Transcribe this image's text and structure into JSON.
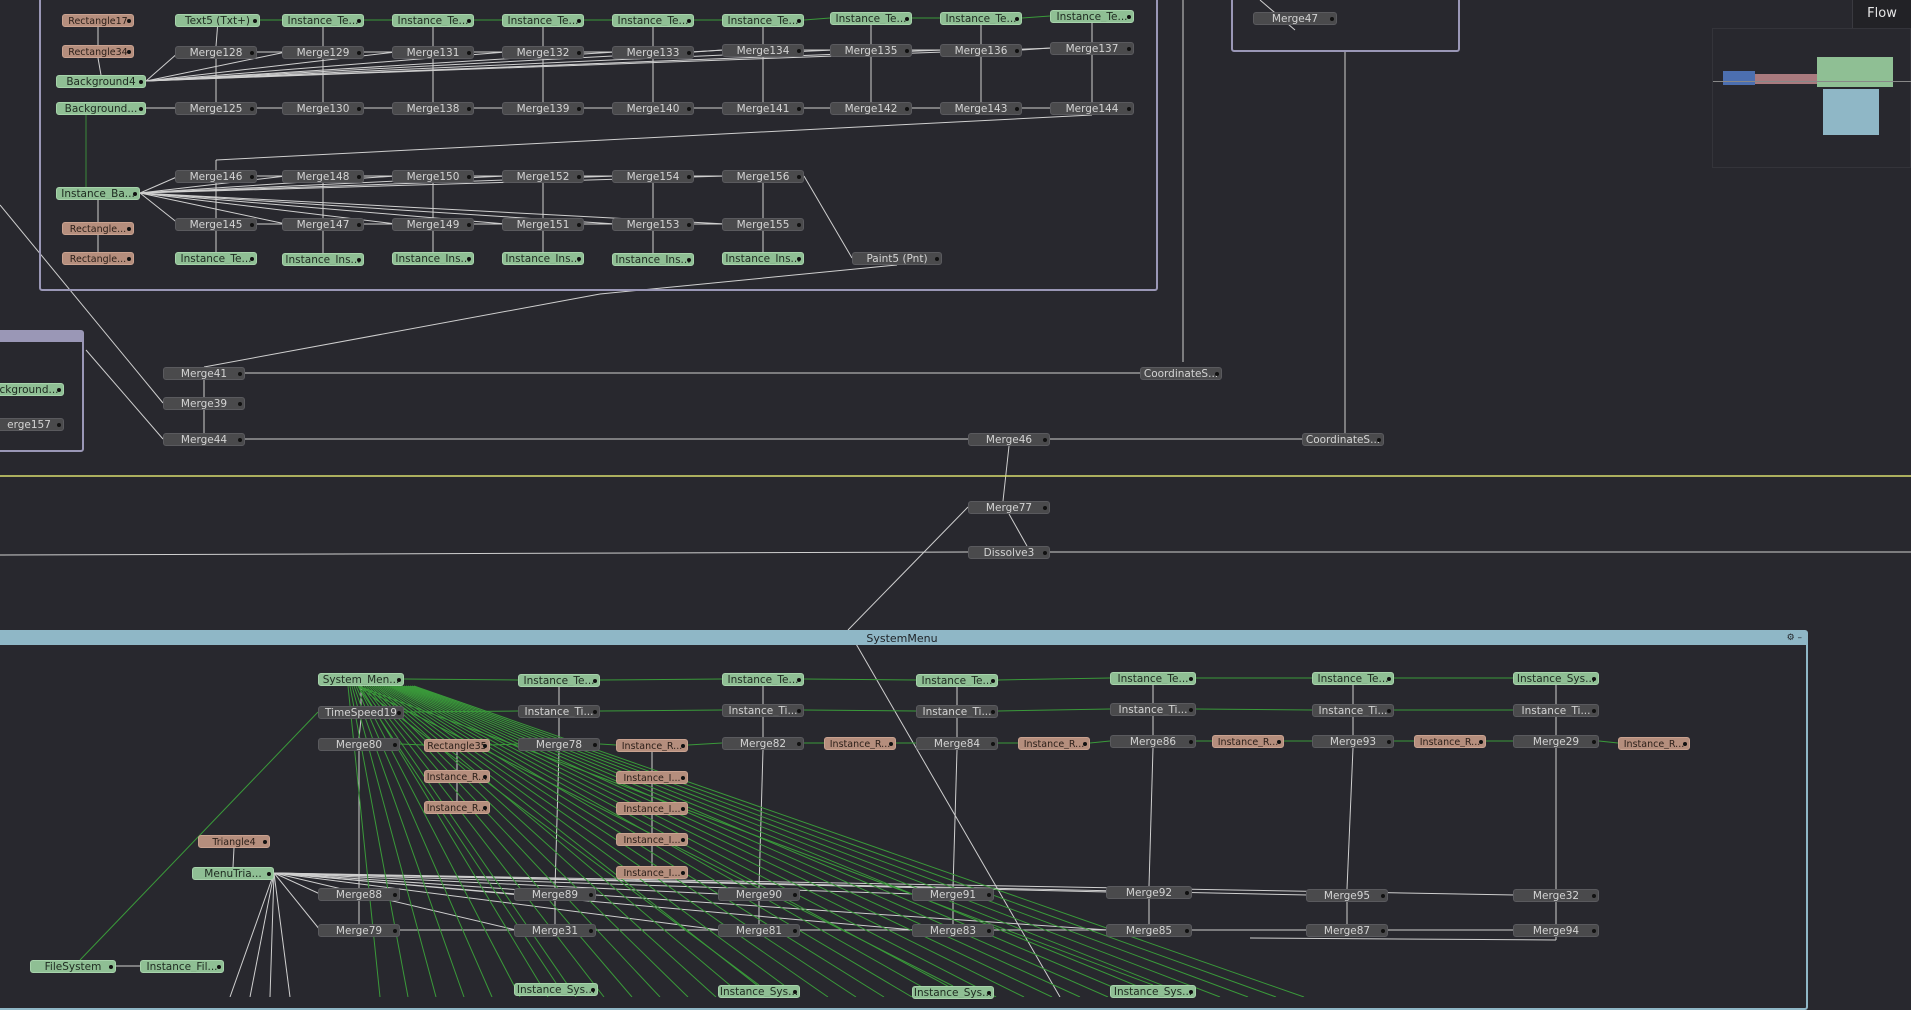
{
  "panel": {
    "title": "Flow"
  },
  "groups": {
    "system_menu": "SystemMenu"
  },
  "nodes": {
    "n1": "Rectangle17",
    "n2": "Text5 (Txt+)",
    "n3": "Instance_Te...",
    "n4": "Instance_Te...",
    "n5": "Instance_Te...",
    "n6": "Instance_Te...",
    "n7": "Instance_Te...",
    "n8": "Instance_Te...",
    "n9": "Instance_Te...",
    "n10": "Instance_Te...",
    "n11": "Rectangle34",
    "n12": "Merge128",
    "n13": "Merge129",
    "n14": "Merge131",
    "n15": "Merge132",
    "n16": "Merge133",
    "n17": "Merge134",
    "n18": "Merge135",
    "n19": "Merge136",
    "n20": "Merge137",
    "n21": "Background4",
    "n22": "Background...",
    "n23": "Merge125",
    "n24": "Merge130",
    "n25": "Merge138",
    "n26": "Merge139",
    "n27": "Merge140",
    "n28": "Merge141",
    "n29": "Merge142",
    "n30": "Merge143",
    "n31": "Merge144",
    "n32": "Merge146",
    "n33": "Merge148",
    "n34": "Merge150",
    "n35": "Merge152",
    "n36": "Merge154",
    "n37": "Merge156",
    "n38": "Instance_Ba...",
    "n39": "Rectangle...",
    "n40": "Merge145",
    "n41": "Merge147",
    "n42": "Merge149",
    "n43": "Merge151",
    "n44": "Merge153",
    "n45": "Merge155",
    "n46": "Rectangle...",
    "n47": "Instance_Te...",
    "n48": "Instance_Ins...",
    "n49": "Instance_Ins...",
    "n50": "Instance_Ins...",
    "n51": "Instance_Ins...",
    "n52": "Instance_Ins...",
    "n53": "Paint5 (Pnt)",
    "n54": "Merge47",
    "n55": "ckground...",
    "n56": "erge157",
    "n57": "Merge41",
    "n58": "CoordinateS...",
    "n59": "Merge39",
    "n60": "Merge44",
    "n61": "Merge46",
    "n62": "CoordinateS...",
    "n63": "Merge77",
    "n64": "Dissolve3",
    "n65": "System_Men...",
    "n66": "Instance_Te...",
    "n67": "Instance_Te...",
    "n68": "Instance_Te...",
    "n69": "Instance_Te...",
    "n70": "Instance_Te...",
    "n71": "Instance_Sys...",
    "n72": "TimeSpeed19",
    "n73": "Instance_Ti...",
    "n74": "Instance_Ti...",
    "n75": "Instance_Ti...",
    "n76": "Instance_Ti...",
    "n77": "Instance_Ti...",
    "n78": "Instance_Ti...",
    "n79": "Merge80",
    "n80": "Rectangle35",
    "n81": "Merge78",
    "n82": "Instance_R...",
    "n83": "Merge82",
    "n84": "Instance_R...",
    "n85": "Merge84",
    "n86": "Instance_R...",
    "n87": "Merge86",
    "n88": "Instance_R...",
    "n89": "Merge93",
    "n90": "Instance_R...",
    "n91": "Merge29",
    "n92": "Instance_R...",
    "n93": "Instance_R...",
    "n94": "Instance_I...",
    "n95": "Instance_R...",
    "n96": "Instance_I...",
    "n97": "Instance_I...",
    "n98": "Instance_I...",
    "n99": "Triangle4",
    "n100": "MenuTria...",
    "n101": "Merge88",
    "n102": "Merge89",
    "n103": "Merge90",
    "n104": "Merge91",
    "n105": "Merge92",
    "n106": "Merge95",
    "n107": "Merge32",
    "n108": "Merge79",
    "n109": "Merge31",
    "n110": "Merge81",
    "n111": "Merge83",
    "n112": "Merge85",
    "n113": "Merge87",
    "n114": "Merge94",
    "n115": "FileSystem",
    "n116": "Instance_Fil...",
    "n117": "Instance_Sys...",
    "n118": "Instance_Sys...",
    "n119": "Instance_Sys...",
    "n120": "Instance_Sys..."
  },
  "colors": {
    "background": "#28282e",
    "merge_node": "#4a4a4c",
    "tool_node": "#8fbf94",
    "mask_node": "#b58e7d",
    "group_border": "#9a97b6",
    "group_teal": "#8fb7c6",
    "wire": "#d0d0d0",
    "wire_green": "#3a9a3a",
    "divider": "#d8dc6e"
  }
}
